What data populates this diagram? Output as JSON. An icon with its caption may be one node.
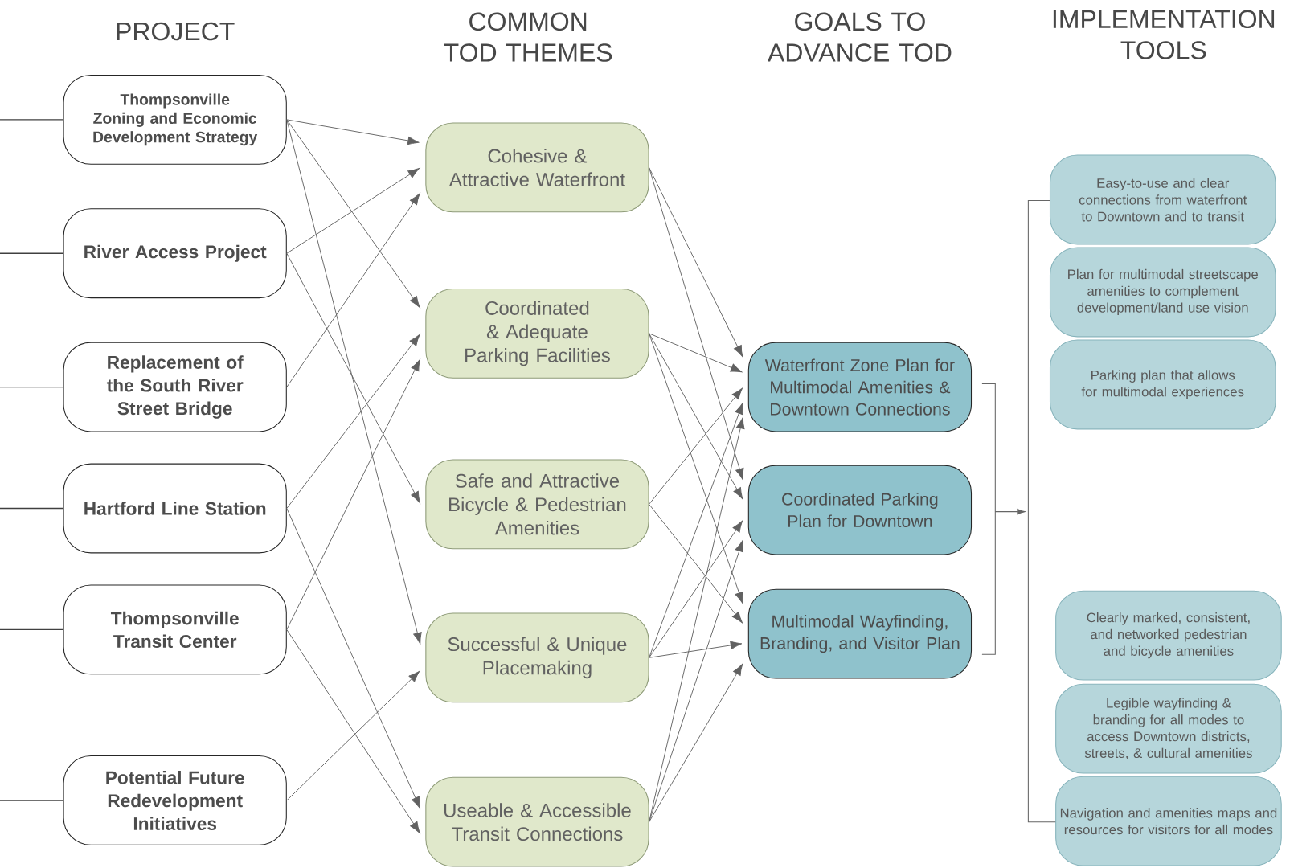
{
  "diagram": {
    "nodes": [
      {
        "text": [
          "Thompsonville Zoning and Economic Development Strategy"
        ]
      },
      {
        "text": [
          "River Access Project"
        ]
      },
      {
        "text": [
          "Replacement of the South River Street Bridge"
        ]
      },
      {
        "text": [
          "Hartford Line Station"
        ]
      },
      {
        "text": [
          "Thompsonville Transit Center"
        ]
      },
      {
        "text": [
          "Potential Future Redevelopment Initiatives"
        ]
      },
      {
        "text": [
          "Cohesive & Attractive Waterfront"
        ]
      },
      {
        "text": [
          "Coordinated & Adequate Parking Facilities"
        ]
      },
      {
        "text": [
          "Safe and Attractive Bicycle & Pedestrian Amenities"
        ]
      },
      {
        "text": [
          "Successful & Unique Placemaking"
        ]
      },
      {
        "text": [
          "Useable & Accessible Transit Connections"
        ]
      },
      {
        "text": [
          "Waterfront Zone Plan for Multimodal Amenities & Downtown Connections"
        ]
      },
      {
        "text": [
          "Coordinated Parking Plan for Downtown"
        ]
      },
      {
        "text": [
          "Multimodal Wayfinding, Branding, and Visitor Plan"
        ]
      },
      {
        "text": [
          "Easy-to-use and clear connections from waterfront to Downtown and to transit"
        ]
      },
      {
        "text": [
          "Plan for multimodal streetscape amenities to complement development/land use vision"
        ]
      },
      {
        "text": [
          "Parking plan that allows for multimodal experiences"
        ]
      },
      {
        "text": [
          "Clearly marked, consistent, and networked pedestrian and bicycle amenities"
        ]
      },
      {
        "text": [
          "Legible wayfinding & branding for all modes to access Downtown districts, streets, & cultural amenities"
        ]
      },
      {
        "text": [
          "Navigation and amenities maps and resources for visitors for all modes"
        ]
      }
    ],
    "edges": [
      {
        "from": null,
        "to": 0,
        "arrow": "none"
      },
      {
        "from": null,
        "to": 1,
        "arrow": "none"
      },
      {
        "from": null,
        "to": 2,
        "arrow": "none"
      },
      {
        "from": null,
        "to": 3,
        "arrow": "none"
      },
      {
        "from": null,
        "to": 4,
        "arrow": "none"
      },
      {
        "from": null,
        "to": 5,
        "arrow": "none"
      },
      {
        "from": 0,
        "to": 6,
        "arrow": "to"
      },
      {
        "from": 0,
        "to": 7,
        "arrow": "to"
      },
      {
        "from": 0,
        "to": 9,
        "arrow": "to"
      },
      {
        "from": 1,
        "to": 6,
        "arrow": "to"
      },
      {
        "from": 1,
        "to": 8,
        "arrow": "to"
      },
      {
        "from": 2,
        "to": 6,
        "arrow": "to"
      },
      {
        "from": 3,
        "to": 7,
        "arrow": "to"
      },
      {
        "from": 3,
        "to": 10,
        "arrow": "to"
      },
      {
        "from": 4,
        "to": 7,
        "arrow": "to"
      },
      {
        "from": 4,
        "to": 10,
        "arrow": "to"
      },
      {
        "from": 5,
        "to": 9,
        "arrow": "to"
      },
      {
        "from": 6,
        "to": 11,
        "arrow": "to"
      },
      {
        "from": 6,
        "to": 12,
        "arrow": "to"
      },
      {
        "from": 7,
        "to": 11,
        "arrow": "to"
      },
      {
        "from": 7,
        "to": 12,
        "arrow": "to"
      },
      {
        "from": 7,
        "to": 13,
        "arrow": "to"
      },
      {
        "from": 8,
        "to": 11,
        "arrow": "to"
      },
      {
        "from": 8,
        "to": 13,
        "arrow": "to"
      },
      {
        "from": 9,
        "to": 11,
        "arrow": "to"
      },
      {
        "from": 9,
        "to": 12,
        "arrow": "to"
      },
      {
        "from": 9,
        "to": 13,
        "arrow": "to"
      },
      {
        "from": 10,
        "to": 11,
        "arrow": "to"
      },
      {
        "from": 10,
        "to": 12,
        "arrow": "to"
      },
      {
        "from": 10,
        "to": 13,
        "arrow": "to"
      }
    ],
    "labels": [
      "PROJECT",
      "COMMON TOD THEMES",
      "GOALS TO ADVANCE TOD",
      "IMPLEMENTATION TOOLS"
    ]
  }
}
